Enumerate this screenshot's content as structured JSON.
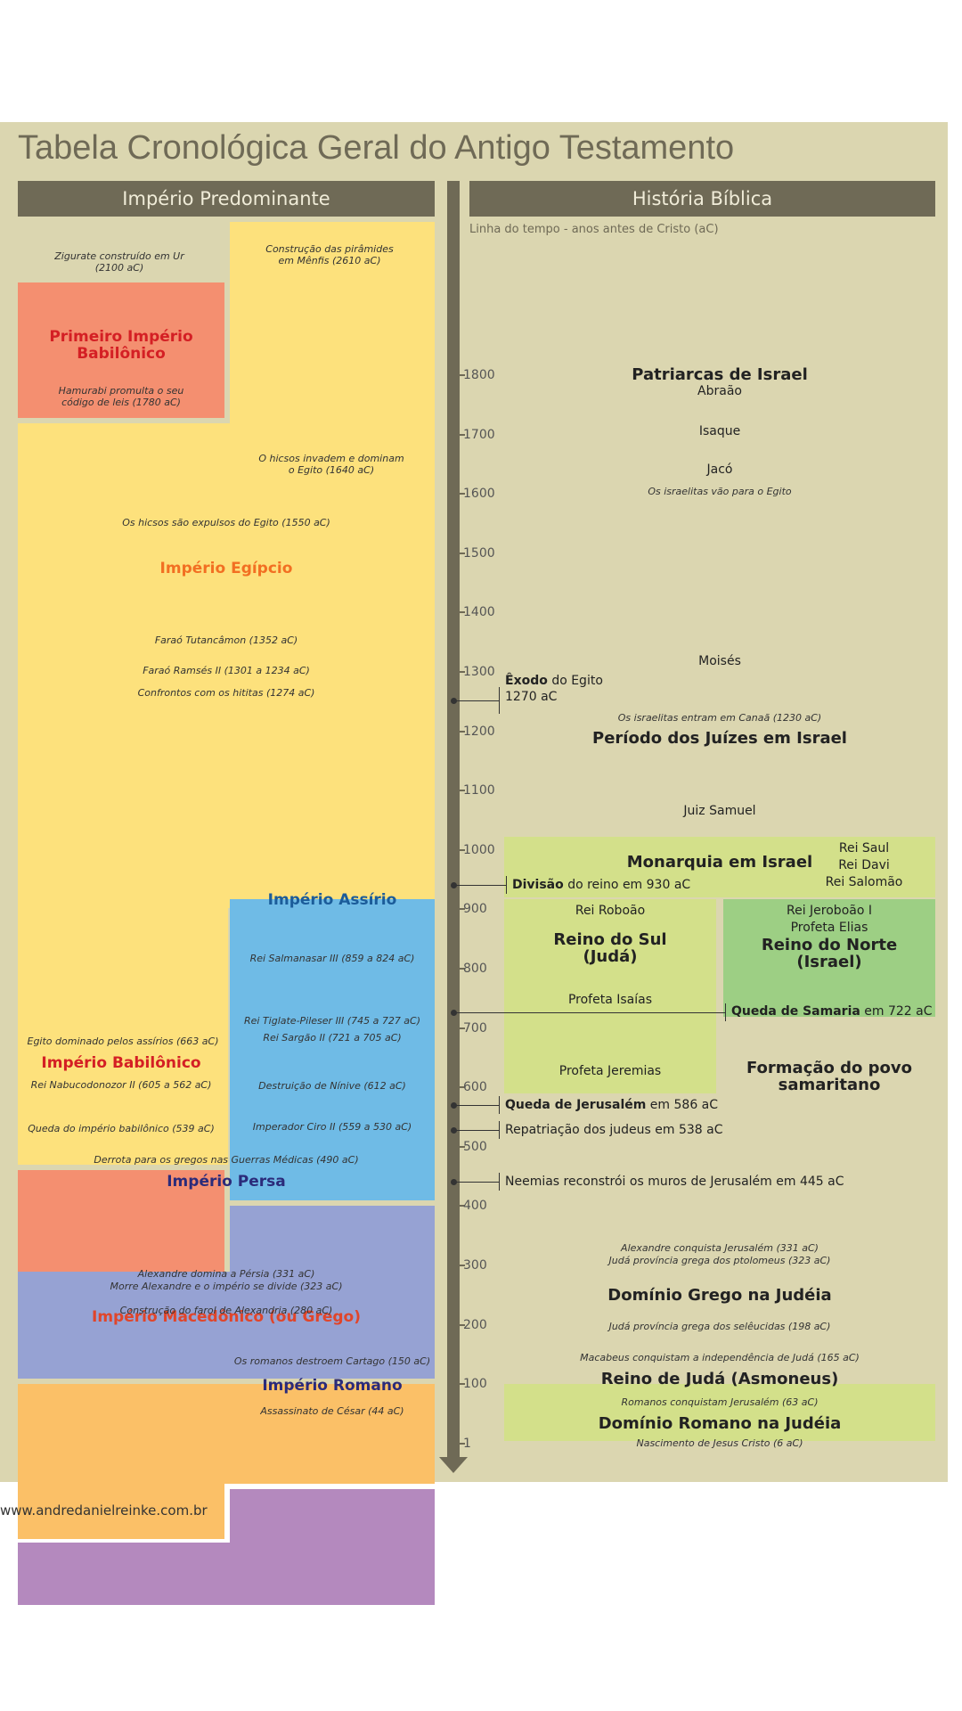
{
  "title": "Tabela Cronológica Geral do Antigo Testamento",
  "headers": {
    "left": "Império Predominante",
    "right": "História Bíblica"
  },
  "timeline_caption": "Linha do tempo - anos antes de Cristo (aC)",
  "ticks": [
    "1800",
    "1700",
    "1600",
    "1500",
    "1400",
    "1300",
    "1200",
    "1100",
    "1000",
    "900",
    "800",
    "700",
    "600",
    "500",
    "400",
    "300",
    "200",
    "100",
    "1"
  ],
  "empires": {
    "primeiro_babilonico": {
      "name": "Primeiro Império Babilônico",
      "color": "#f48f70",
      "note": "Hamurabi promulta o seu código de leis (1780 aC)"
    },
    "egipcio": {
      "name": "Império Egípcio",
      "color": "#fde17c"
    },
    "assirio": {
      "name": "Império Assírio",
      "color": "#6fbbe6"
    },
    "babilonico": {
      "name": "Império Babilônico",
      "color": "#f48f70",
      "king": "Rei Nabucodonozor II (605 a 562 aC)",
      "fall": "Queda do império babilônico (539 aC)"
    },
    "persa": {
      "name": "Império Persa",
      "color": "#96a2d3"
    },
    "macedonico": {
      "name": "Império Macedônico (ou Grego)",
      "color": "#fbc067"
    },
    "romano": {
      "name": "Império Romano",
      "color": "#b489be"
    }
  },
  "left_notes": {
    "zigurate": "Zigurate construído em Ur (2100 aC)",
    "piramides": "Construção das pirâmides em Mênfis (2610 aC)",
    "hicsos_invadem": "O hicsos invadem e dominam o Egito (1640 aC)",
    "hicsos_expulsos": "Os hicsos são expulsos do Egito (1550 aC)",
    "tutancamon": "Faraó Tutancâmon (1352 aC)",
    "ramses": "Faraó Ramsés II (1301 a 1234 aC)",
    "hititas": "Confrontos com os hititas (1274 aC)",
    "salmanasar": "Rei Salmanasar III (859 a 824 aC)",
    "tiglate": "Rei Tiglate-Pileser III (745 a 727 aC)",
    "sargao": "Rei Sargão II (721 a 705 aC)",
    "egito_dominado": "Egito dominado pelos assírios (663 aC)",
    "ninive": "Destruição de Nínive (612 aC)",
    "ciro": "Imperador Ciro II (559 a 530 aC)",
    "guerras_medicas": "Derrota para os gregos nas Guerras Médicas (490 aC)",
    "alexandre_persia": "Alexandre domina a Pérsia (331 aC)",
    "morre_alexandre": "Morre Alexandre e o império se divide (323 aC)",
    "farol": "Construção do farol de Alexandria (280 aC)",
    "cartago": "Os romanos destroem Cartago (150 aC)",
    "cesar": "Assassinato de César (44 aC)"
  },
  "bible": {
    "patriarcas": "Patriarcas de Israel",
    "abraao": "Abraão",
    "isaque": "Isaque",
    "jaco": "Jacó",
    "egito": "Os israelitas vão para o Egito",
    "moises": "Moisés",
    "exodo_bold": "Êxodo",
    "exodo_rest": "do Egito",
    "exodo_year": "1270 aC",
    "canaa": "Os israelitas entram em Canaã (1230 aC)",
    "juizes": "Período dos Juízes em Israel",
    "samuel": "Juiz Samuel",
    "monarquia": "Monarquia em Israel",
    "saul": "Rei Saul",
    "davi": "Rei Davi",
    "salomao": "Rei Salomão",
    "divisao_bold": "Divisão",
    "divisao_rest": "do reino em 930 aC",
    "roboao": "Rei Roboão",
    "reino_sul": "Reino do Sul (Judá)",
    "isaias": "Profeta Isaías",
    "jeremias": "Profeta Jeremias",
    "jeroboao": "Rei Jeroboão I",
    "elias": "Profeta Elias",
    "reino_norte": "Reino do Norte (Israel)",
    "samaria_bold": "Queda de Samaria",
    "samaria_rest": "em 722 aC",
    "samaritano": "Formação do povo samaritano",
    "jerusalem_bold": "Queda de Jerusalém",
    "jerusalem_rest": "em 586 aC",
    "repatriacao": "Repatriação dos judeus em 538 aC",
    "neemias": "Neemias reconstrói os muros de Jerusalém em 445 aC",
    "alexandre_jerusalem": "Alexandre conquista Jerusalém (331 aC)",
    "ptolomeus": "Judá província grega dos ptolomeus (323 aC)",
    "dominio_grego": "Domínio Grego na Judéia",
    "seleucidas": "Judá província grega dos selêucidas (198 aC)",
    "macabeus": "Macabeus conquistam a independência de Judá (165 aC)",
    "asmoneus": "Reino de Judá (Asmoneus)",
    "romanos_jerusalem": "Romanos conquistam Jerusalém (63 aC)",
    "dominio_romano": "Domínio Romano na Judéia",
    "jesus": "Nascimento de Jesus Cristo (6 aC)"
  },
  "footer": "www.andredanielreinke.com.br"
}
